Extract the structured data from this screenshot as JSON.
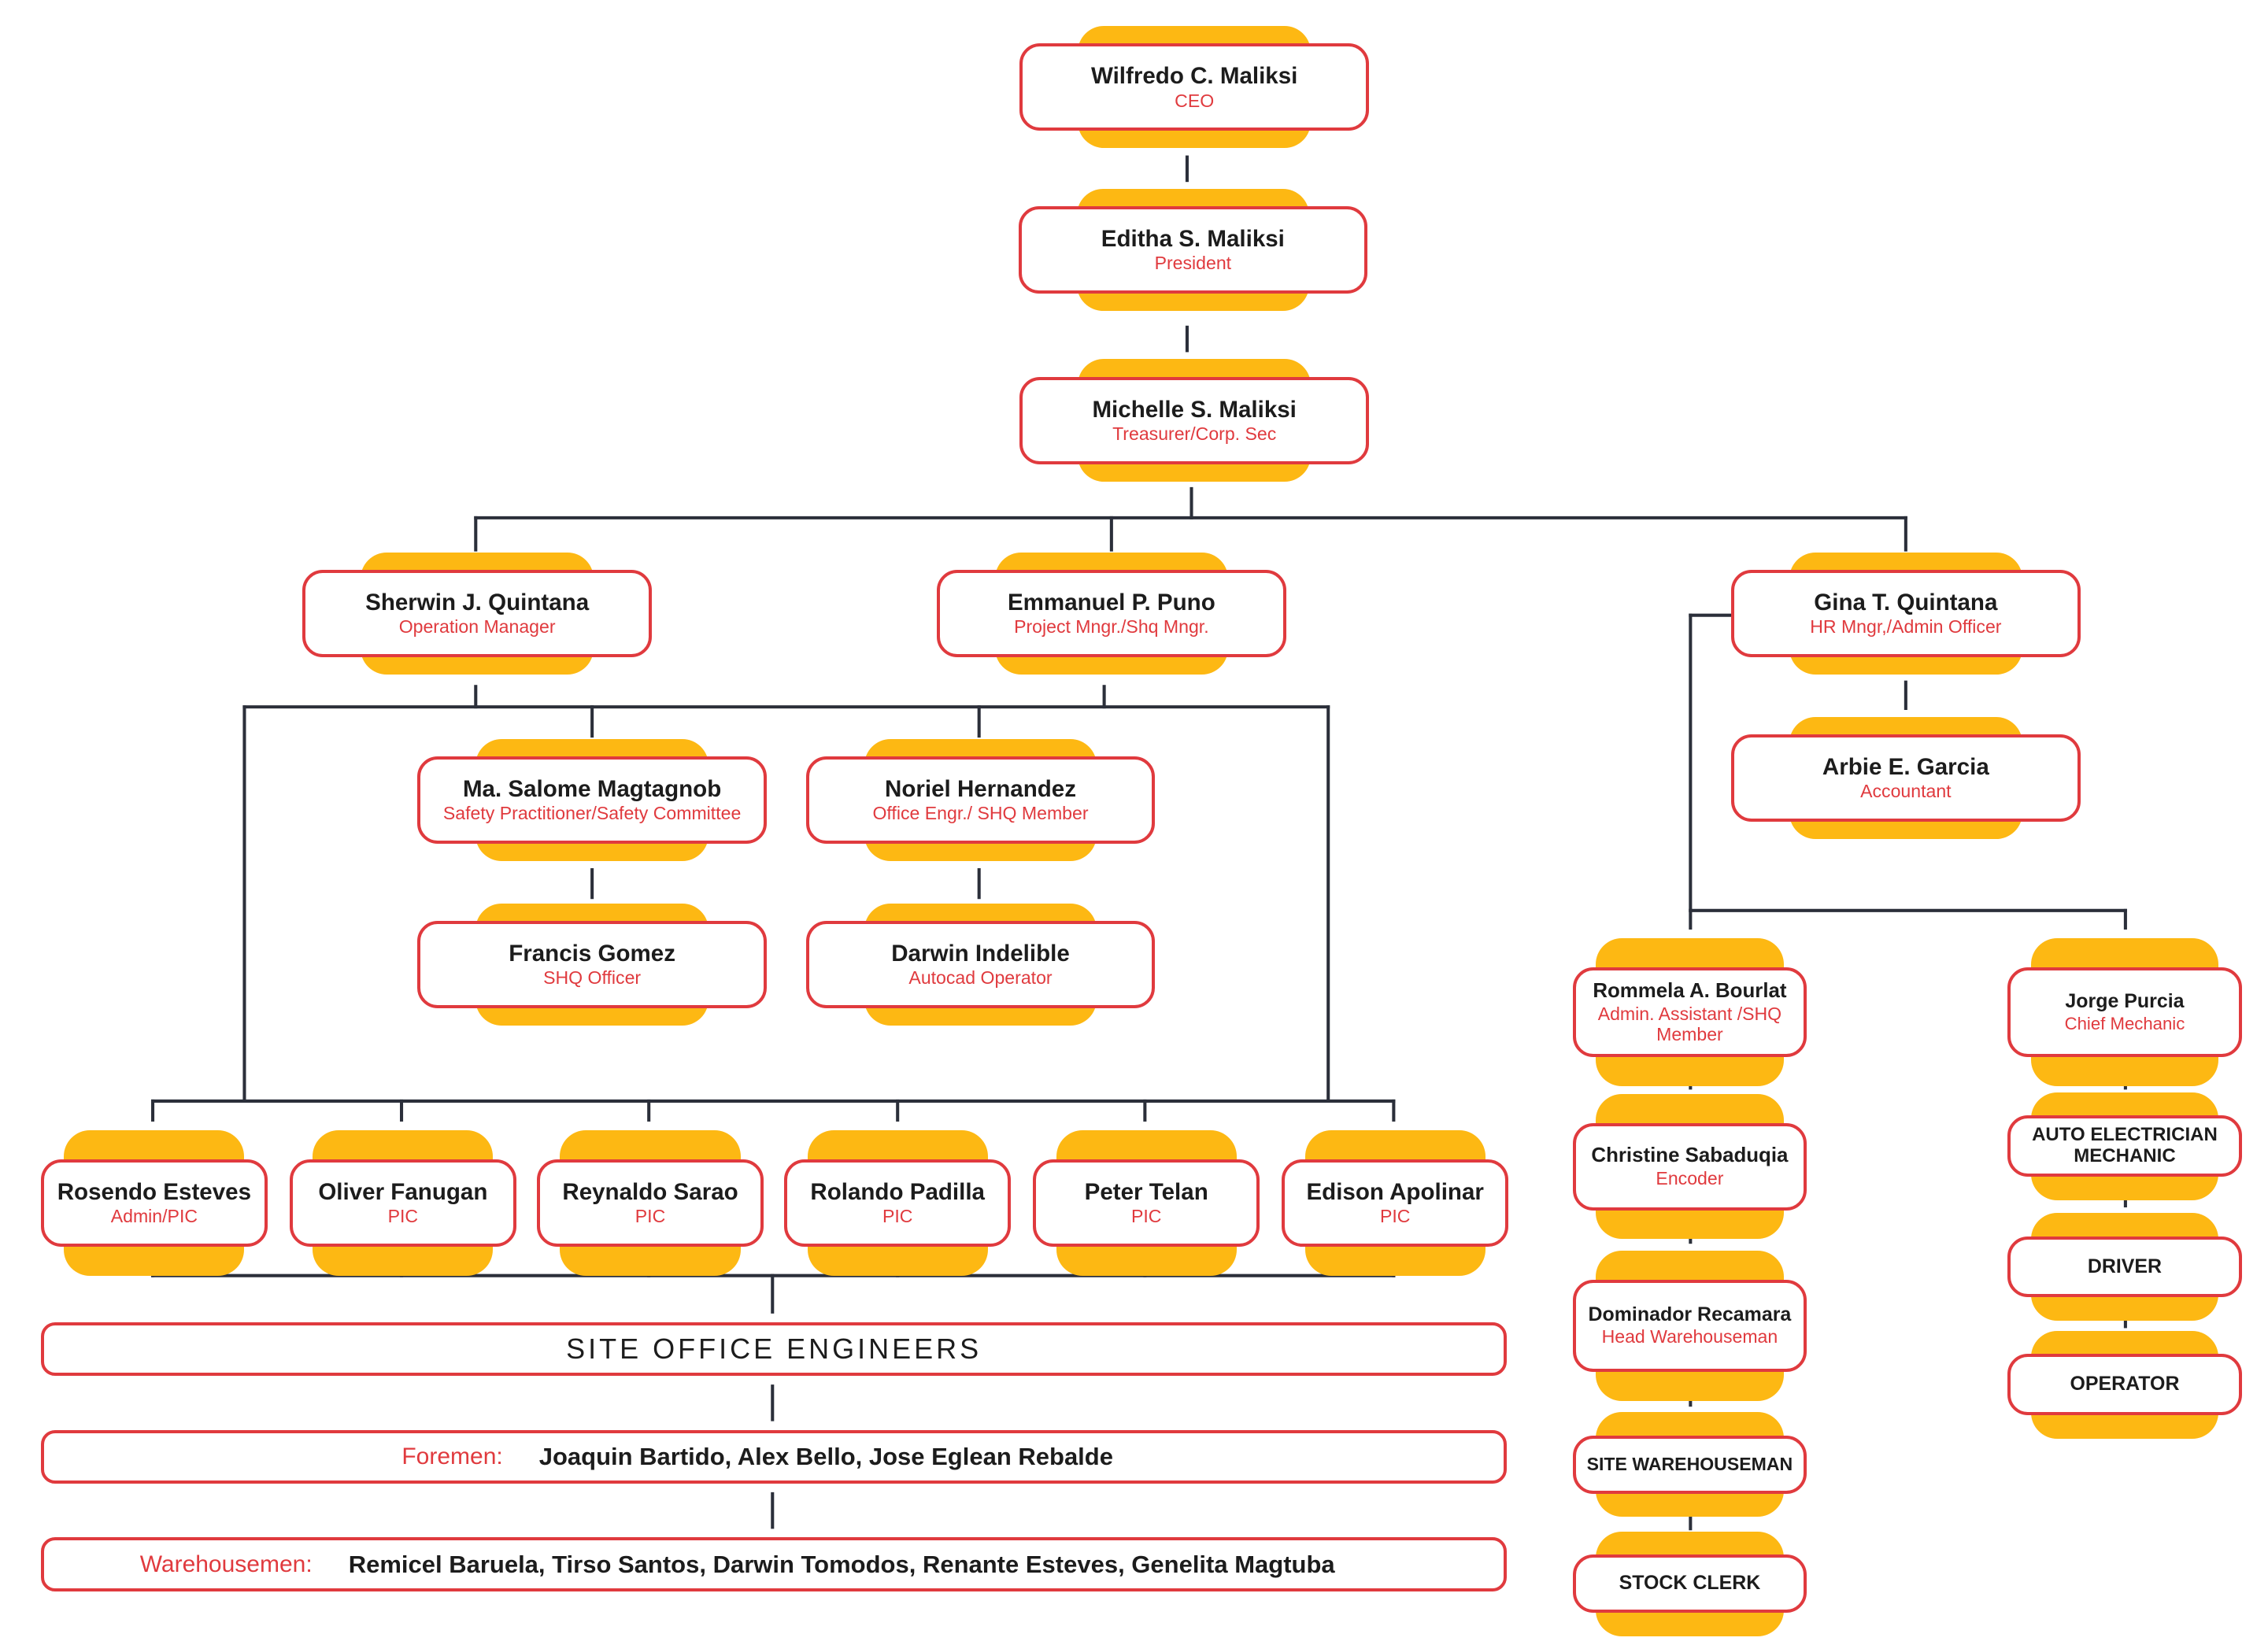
{
  "colors": {
    "accent": "#FDB813",
    "border": "#E03A3E",
    "role_text": "#E03A3E",
    "name_text": "#1c1c1c",
    "connector": "#2b2f3a"
  },
  "nodes": {
    "ceo": {
      "name": "Wilfredo C. Maliksi",
      "role": "CEO"
    },
    "president": {
      "name": "Editha S. Maliksi",
      "role": "President"
    },
    "treasurer": {
      "name": "Michelle S. Maliksi",
      "role": "Treasurer/Corp. Sec"
    },
    "ops_manager": {
      "name": "Sherwin J. Quintana",
      "role": "Operation Manager"
    },
    "project_manager": {
      "name": "Emmanuel P. Puno",
      "role": "Project Mngr./Shq Mngr."
    },
    "hr_manager": {
      "name": "Gina T. Quintana",
      "role": "HR Mngr,/Admin Officer"
    },
    "accountant": {
      "name": "Arbie E. Garcia",
      "role": "Accountant"
    },
    "safety_practitioner": {
      "name": "Ma. Salome Magtagnob",
      "role": "Safety Practitioner/Safety Committee"
    },
    "shq_officer": {
      "name": "Francis Gomez",
      "role": "SHQ Officer"
    },
    "office_engineer": {
      "name": "Noriel Hernandez",
      "role": "Office Engr./ SHQ Member"
    },
    "autocad_operator": {
      "name": "Darwin Indelible",
      "role": "Autocad Operator"
    },
    "pic_esteves": {
      "name": "Rosendo Esteves",
      "role": "Admin/PIC"
    },
    "pic_fanugan": {
      "name": "Oliver Fanugan",
      "role": "PIC"
    },
    "pic_sarao": {
      "name": "Reynaldo Sarao",
      "role": "PIC"
    },
    "pic_padilla": {
      "name": "Rolando Padilla",
      "role": "PIC"
    },
    "pic_telan": {
      "name": "Peter Telan",
      "role": "PIC"
    },
    "pic_apolinar": {
      "name": "Edison Apolinar",
      "role": "PIC"
    },
    "admin_assistant": {
      "name": "Rommela A. Bourlat",
      "role": "Admin. Assistant /SHQ Member"
    },
    "encoder": {
      "name": "Christine Sabaduqia",
      "role": "Encoder"
    },
    "head_warehouseman": {
      "name": "Dominador Recamara",
      "role": "Head Warehouseman"
    },
    "site_warehouseman": {
      "name": "SITE WAREHOUSEMAN"
    },
    "stock_clerk": {
      "name": "STOCK CLERK"
    },
    "chief_mechanic": {
      "name": "Jorge Purcia",
      "role": "Chief Mechanic"
    },
    "auto_electrician": {
      "name": "AUTO ELECTRICIAN MECHANIC"
    },
    "driver": {
      "name": "DRIVER"
    },
    "operator": {
      "name": "OPERATOR"
    }
  },
  "site_office": {
    "title": "SITE OFFICE ENGINEERS"
  },
  "foremen": {
    "label": "Foremen:",
    "names": "Joaquin Bartido,  Alex Bello,  Jose Eglean Rebalde"
  },
  "warehousemen": {
    "label": "Warehousemen:",
    "names": "Remicel Baruela,  Tirso Santos,  Darwin Tomodos,  Renante Esteves,  Genelita Magtuba"
  }
}
